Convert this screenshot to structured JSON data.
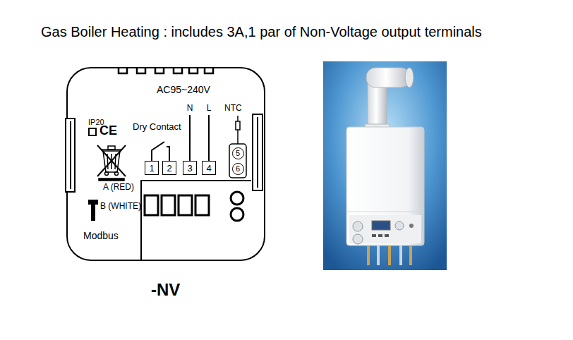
{
  "diagram": {
    "title": "Gas Boiler Heating : includes 3A,1 par of Non-Voltage output terminals",
    "caption": "-NV",
    "nodes": [
      {
        "text": [
          "1"
        ]
      },
      {
        "text": [
          "2"
        ]
      },
      {
        "text": [
          "3"
        ]
      },
      {
        "text": [
          "4"
        ]
      },
      {
        "text": [
          "5"
        ]
      },
      {
        "text": [
          "6"
        ]
      }
    ],
    "labels": [
      "AC95~240V",
      "N",
      "L",
      "NTC",
      "IP20",
      "CE",
      "Dry Contact",
      "A (RED)",
      "B (WHITE)",
      "Modbus"
    ]
  }
}
